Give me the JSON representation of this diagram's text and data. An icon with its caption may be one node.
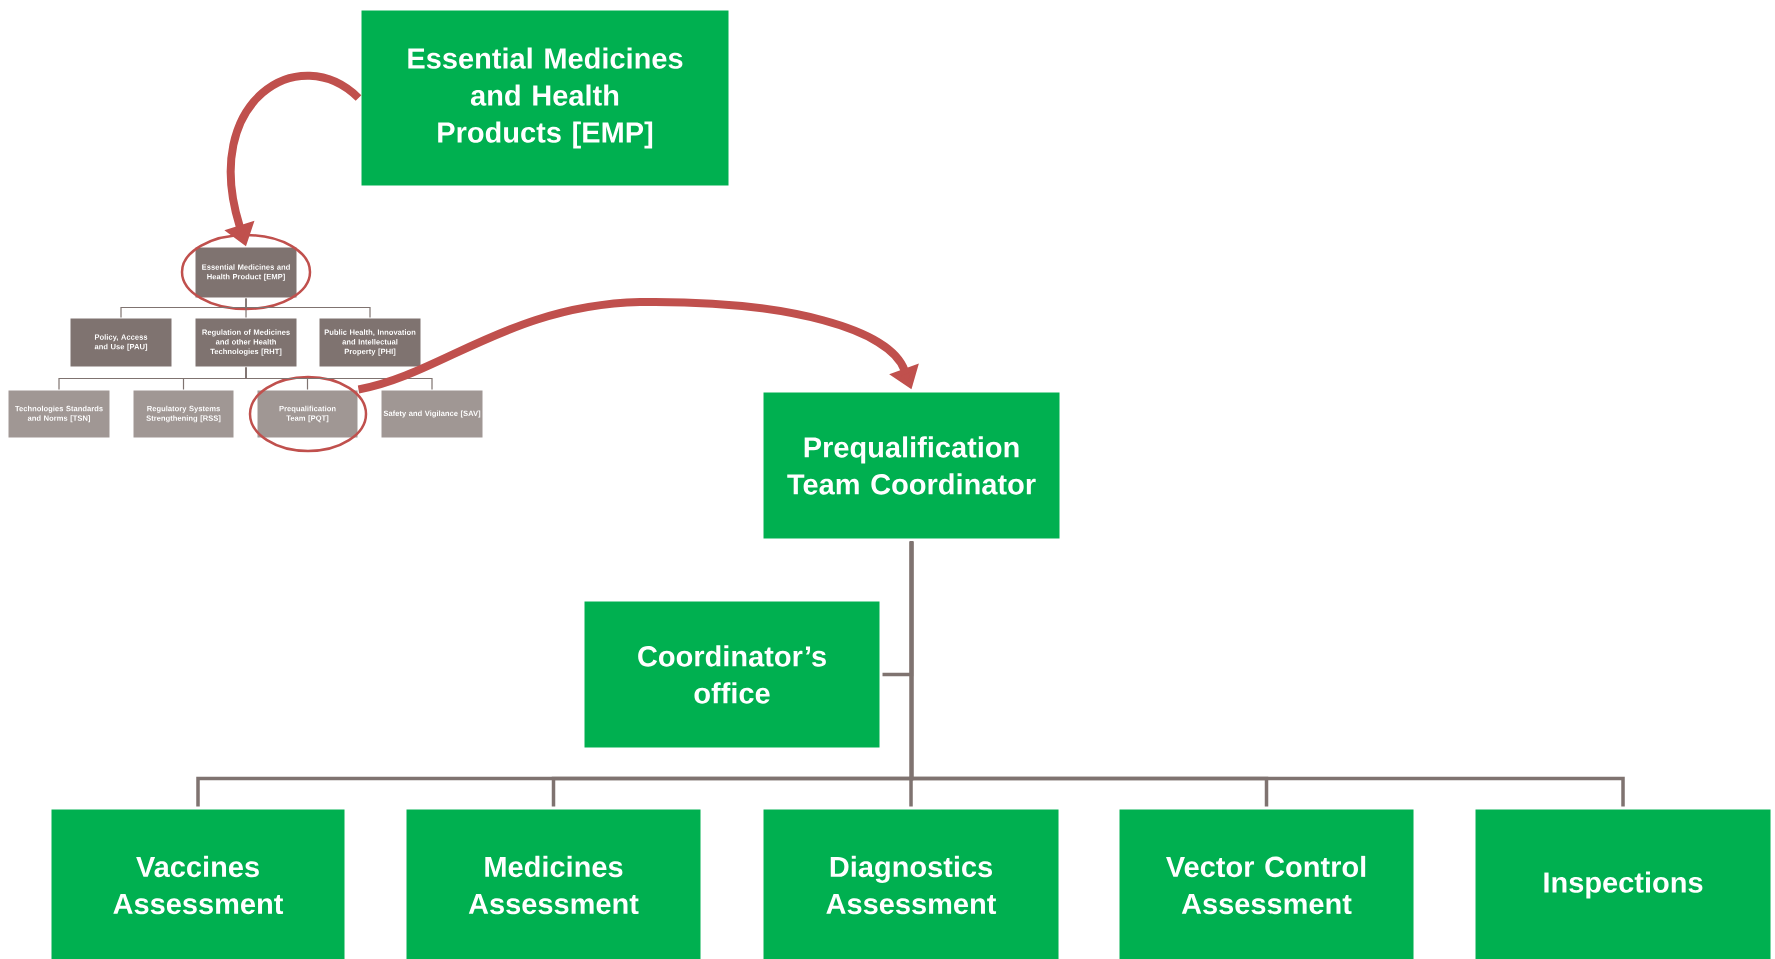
{
  "diagram": {
    "nodes": [
      {
        "text": [
          "Essential Medicines and Health Products [EMP]"
        ]
      },
      {
        "text": [
          "Essential Medicines and Health Product [EMP]"
        ]
      },
      {
        "text": [
          "Policy, Access and Use [PAU]"
        ]
      },
      {
        "text": [
          "Regulation of Medicines and other Health Technologies [RHT]"
        ]
      },
      {
        "text": [
          "Public Health, Innovation and Intellectual Property [PHI]"
        ]
      },
      {
        "text": [
          "Technologies Standards and Norms [TSN]"
        ]
      },
      {
        "text": [
          "Regulatory Systems Strengthening [RSS]"
        ]
      },
      {
        "text": [
          "Prequalification Team [PQT]"
        ]
      },
      {
        "text": [
          "Safety and Vigilance [SAV]"
        ]
      },
      {
        "text": [
          "Prequalification Team Coordinator"
        ]
      },
      {
        "text": [
          "Coordinator’s office"
        ]
      },
      {
        "text": [
          "Vaccines Assessment"
        ]
      },
      {
        "text": [
          "Medicines Assessment"
        ]
      },
      {
        "text": [
          "Diagnostics Assessment"
        ]
      },
      {
        "text": [
          "Vector Control Assessment"
        ]
      },
      {
        "text": [
          "Inspections"
        ]
      }
    ],
    "edges": [
      {
        "from": 0,
        "to": 1,
        "arrow": "to",
        "style": "thick",
        "color": "#c0504d"
      },
      {
        "from": 1,
        "to": 2,
        "arrow": "none"
      },
      {
        "from": 1,
        "to": 3,
        "arrow": "none"
      },
      {
        "from": 1,
        "to": 4,
        "arrow": "none"
      },
      {
        "from": 3,
        "to": 5,
        "arrow": "none"
      },
      {
        "from": 3,
        "to": 6,
        "arrow": "none"
      },
      {
        "from": 3,
        "to": 7,
        "arrow": "none"
      },
      {
        "from": 3,
        "to": 8,
        "arrow": "none"
      },
      {
        "from": 7,
        "to": 9,
        "arrow": "to",
        "style": "thick",
        "color": "#c0504d"
      },
      {
        "from": 9,
        "to": 10,
        "arrow": "none"
      },
      {
        "from": 9,
        "to": 11,
        "arrow": "none"
      },
      {
        "from": 9,
        "to": 12,
        "arrow": "none"
      },
      {
        "from": 9,
        "to": 13,
        "arrow": "none"
      },
      {
        "from": 9,
        "to": 14,
        "arrow": "none"
      },
      {
        "from": 9,
        "to": 15,
        "arrow": "none"
      }
    ]
  }
}
